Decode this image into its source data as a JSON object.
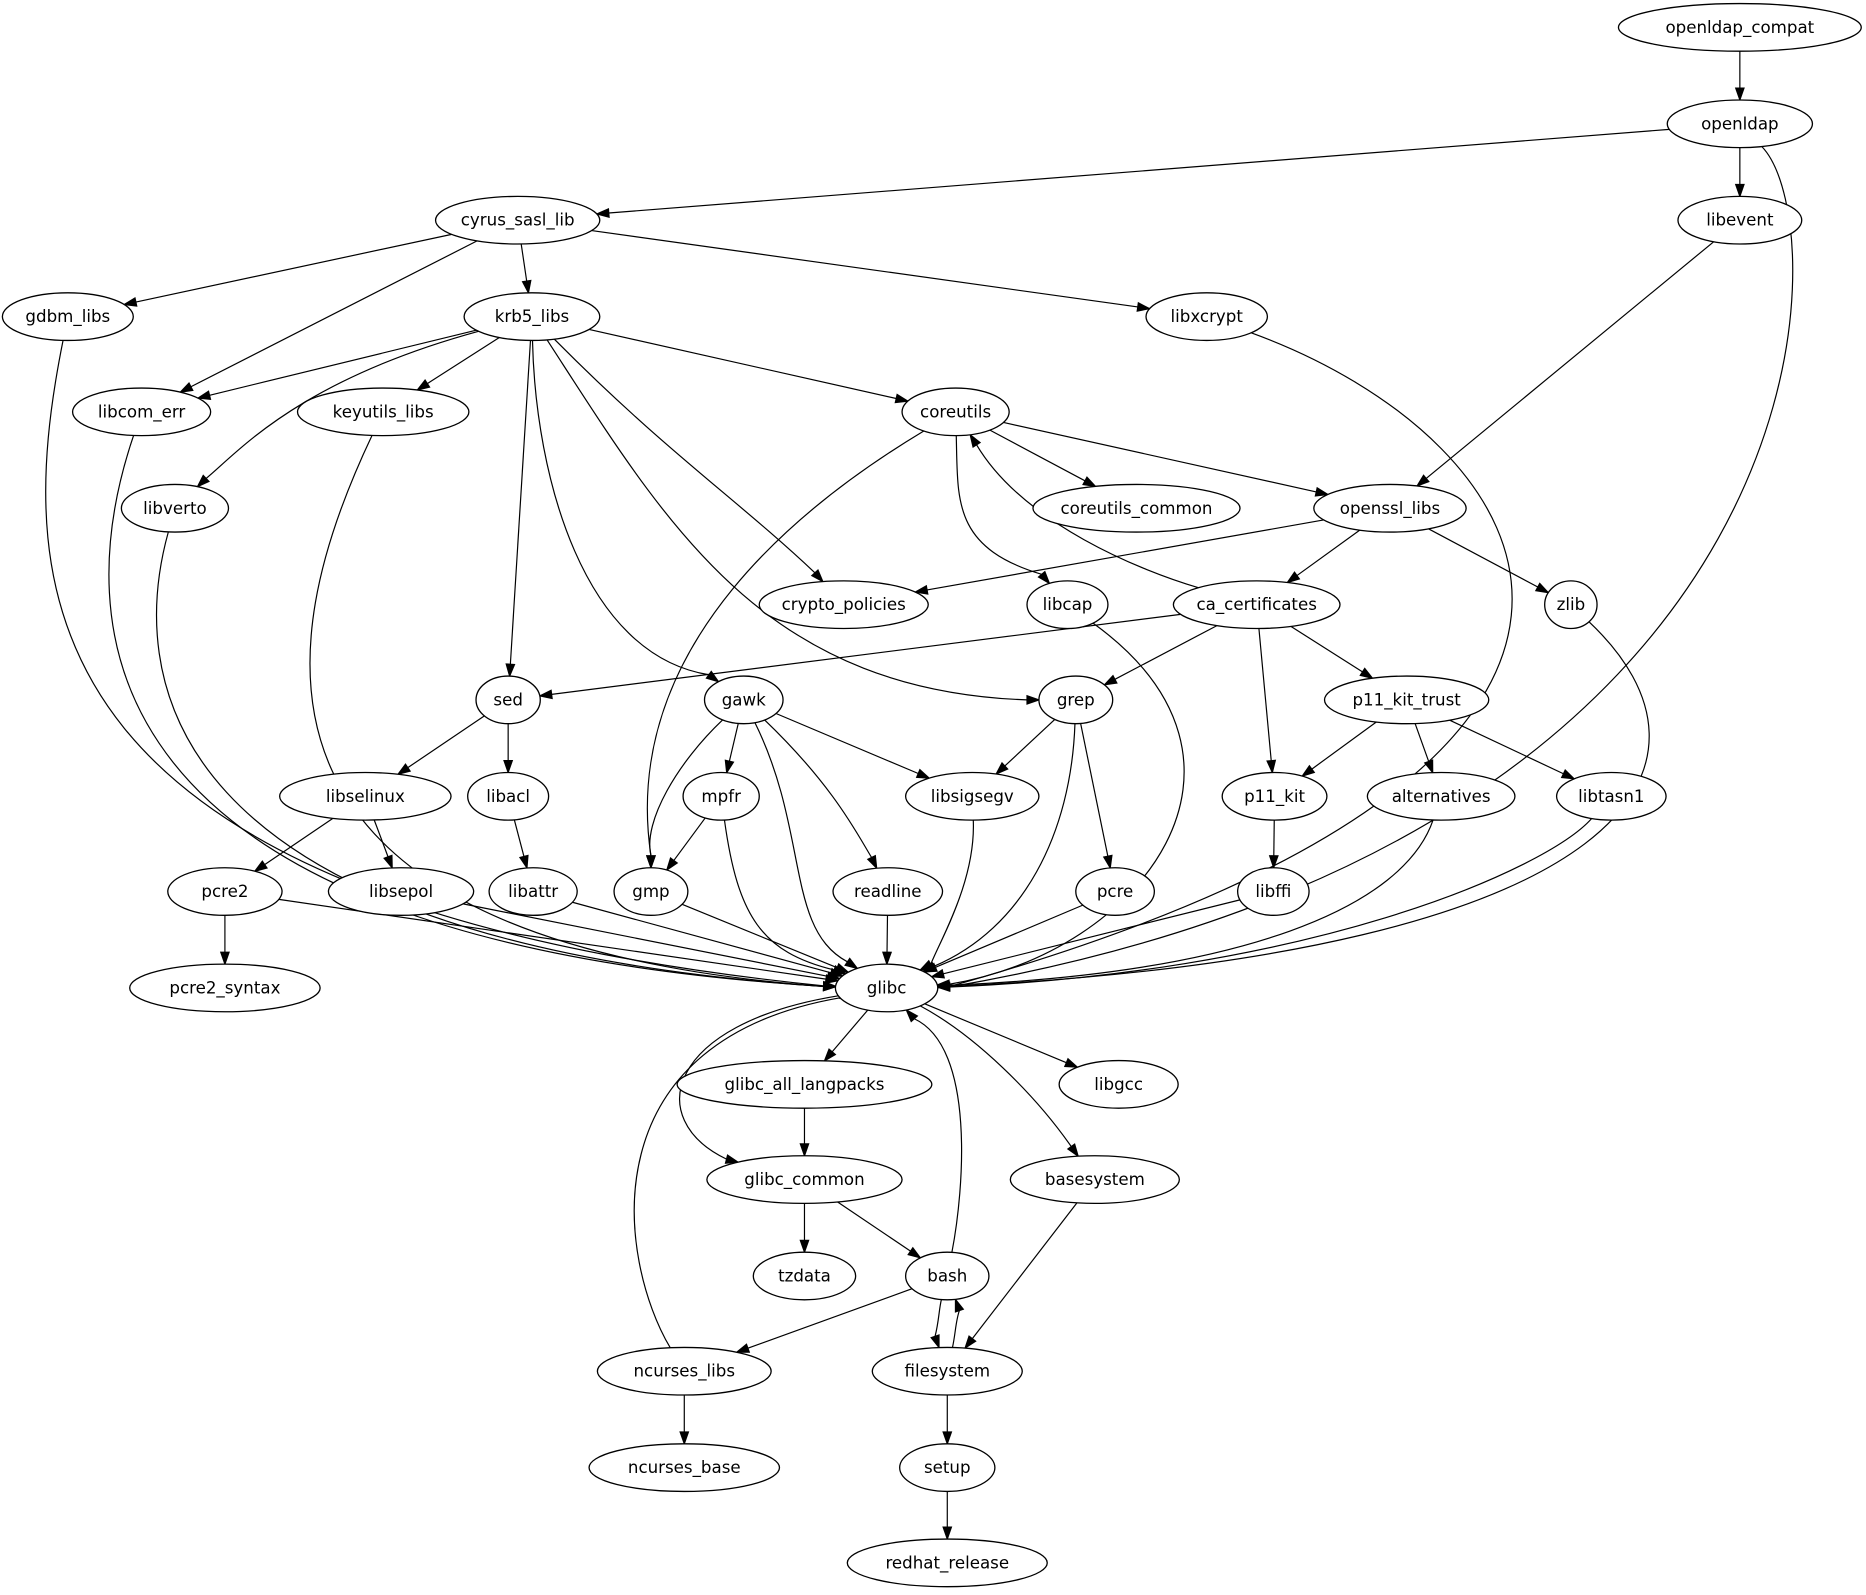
{
  "diagram": {
    "type": "directed-graph",
    "colors": {
      "background": "#ffffff",
      "stroke": "#000000",
      "text": "#000000"
    },
    "nodes": [
      {
        "id": "openldap_compat",
        "label": "openldap_compat"
      },
      {
        "id": "openldap",
        "label": "openldap"
      },
      {
        "id": "libevent",
        "label": "libevent"
      },
      {
        "id": "cyrus_sasl_lib",
        "label": "cyrus_sasl_lib"
      },
      {
        "id": "gdbm_libs",
        "label": "gdbm_libs"
      },
      {
        "id": "krb5_libs",
        "label": "krb5_libs"
      },
      {
        "id": "libxcrypt",
        "label": "libxcrypt"
      },
      {
        "id": "libcom_err",
        "label": "libcom_err"
      },
      {
        "id": "keyutils_libs",
        "label": "keyutils_libs"
      },
      {
        "id": "coreutils",
        "label": "coreutils"
      },
      {
        "id": "libverto",
        "label": "libverto"
      },
      {
        "id": "coreutils_common",
        "label": "coreutils_common"
      },
      {
        "id": "openssl_libs",
        "label": "openssl_libs"
      },
      {
        "id": "crypto_policies",
        "label": "crypto_policies"
      },
      {
        "id": "libcap",
        "label": "libcap"
      },
      {
        "id": "ca_certificates",
        "label": "ca_certificates"
      },
      {
        "id": "zlib",
        "label": "zlib"
      },
      {
        "id": "sed",
        "label": "sed"
      },
      {
        "id": "gawk",
        "label": "gawk"
      },
      {
        "id": "grep",
        "label": "grep"
      },
      {
        "id": "p11_kit_trust",
        "label": "p11_kit_trust"
      },
      {
        "id": "libselinux",
        "label": "libselinux"
      },
      {
        "id": "libacl",
        "label": "libacl"
      },
      {
        "id": "mpfr",
        "label": "mpfr"
      },
      {
        "id": "libsigsegv",
        "label": "libsigsegv"
      },
      {
        "id": "p11_kit",
        "label": "p11_kit"
      },
      {
        "id": "alternatives",
        "label": "alternatives"
      },
      {
        "id": "libtasn1",
        "label": "libtasn1"
      },
      {
        "id": "pcre2",
        "label": "pcre2"
      },
      {
        "id": "libsepol",
        "label": "libsepol"
      },
      {
        "id": "libattr",
        "label": "libattr"
      },
      {
        "id": "gmp",
        "label": "gmp"
      },
      {
        "id": "readline",
        "label": "readline"
      },
      {
        "id": "pcre",
        "label": "pcre"
      },
      {
        "id": "libffi",
        "label": "libffi"
      },
      {
        "id": "glibc",
        "label": "glibc"
      },
      {
        "id": "pcre2_syntax",
        "label": "pcre2_syntax"
      },
      {
        "id": "glibc_all_langpacks",
        "label": "glibc_all_langpacks"
      },
      {
        "id": "libgcc",
        "label": "libgcc"
      },
      {
        "id": "glibc_common",
        "label": "glibc_common"
      },
      {
        "id": "basesystem",
        "label": "basesystem"
      },
      {
        "id": "tzdata",
        "label": "tzdata"
      },
      {
        "id": "bash",
        "label": "bash"
      },
      {
        "id": "ncurses_libs",
        "label": "ncurses_libs"
      },
      {
        "id": "filesystem",
        "label": "filesystem"
      },
      {
        "id": "ncurses_base",
        "label": "ncurses_base"
      },
      {
        "id": "setup",
        "label": "setup"
      },
      {
        "id": "redhat_release",
        "label": "redhat_release"
      }
    ],
    "edges": [
      {
        "from": "openldap_compat",
        "to": "openldap"
      },
      {
        "from": "openldap",
        "to": "cyrus_sasl_lib"
      },
      {
        "from": "openldap",
        "to": "libevent"
      },
      {
        "from": "openldap",
        "to": "glibc"
      },
      {
        "from": "libevent",
        "to": "openssl_libs"
      },
      {
        "from": "cyrus_sasl_lib",
        "to": "gdbm_libs"
      },
      {
        "from": "cyrus_sasl_lib",
        "to": "libcom_err"
      },
      {
        "from": "cyrus_sasl_lib",
        "to": "krb5_libs"
      },
      {
        "from": "cyrus_sasl_lib",
        "to": "libxcrypt"
      },
      {
        "from": "gdbm_libs",
        "to": "glibc"
      },
      {
        "from": "libxcrypt",
        "to": "glibc"
      },
      {
        "from": "krb5_libs",
        "to": "libcom_err"
      },
      {
        "from": "krb5_libs",
        "to": "keyutils_libs"
      },
      {
        "from": "krb5_libs",
        "to": "libverto"
      },
      {
        "from": "krb5_libs",
        "to": "coreutils"
      },
      {
        "from": "krb5_libs",
        "to": "crypto_policies"
      },
      {
        "from": "krb5_libs",
        "to": "sed"
      },
      {
        "from": "krb5_libs",
        "to": "gawk"
      },
      {
        "from": "krb5_libs",
        "to": "grep"
      },
      {
        "from": "libcom_err",
        "to": "glibc"
      },
      {
        "from": "keyutils_libs",
        "to": "glibc"
      },
      {
        "from": "libverto",
        "to": "glibc"
      },
      {
        "from": "coreutils",
        "to": "coreutils_common"
      },
      {
        "from": "coreutils",
        "to": "openssl_libs"
      },
      {
        "from": "coreutils",
        "to": "libcap"
      },
      {
        "from": "coreutils",
        "to": "gmp"
      },
      {
        "from": "openssl_libs",
        "to": "crypto_policies"
      },
      {
        "from": "openssl_libs",
        "to": "ca_certificates"
      },
      {
        "from": "openssl_libs",
        "to": "zlib"
      },
      {
        "from": "ca_certificates",
        "to": "coreutils"
      },
      {
        "from": "ca_certificates",
        "to": "sed"
      },
      {
        "from": "ca_certificates",
        "to": "grep"
      },
      {
        "from": "ca_certificates",
        "to": "p11_kit"
      },
      {
        "from": "ca_certificates",
        "to": "p11_kit_trust"
      },
      {
        "from": "libcap",
        "to": "glibc"
      },
      {
        "from": "zlib",
        "to": "glibc"
      },
      {
        "from": "sed",
        "to": "libselinux"
      },
      {
        "from": "sed",
        "to": "libacl"
      },
      {
        "from": "gawk",
        "to": "mpfr"
      },
      {
        "from": "gawk",
        "to": "gmp"
      },
      {
        "from": "gawk",
        "to": "libsigsegv"
      },
      {
        "from": "gawk",
        "to": "readline"
      },
      {
        "from": "gawk",
        "to": "glibc"
      },
      {
        "from": "grep",
        "to": "libsigsegv"
      },
      {
        "from": "grep",
        "to": "pcre"
      },
      {
        "from": "grep",
        "to": "glibc"
      },
      {
        "from": "p11_kit_trust",
        "to": "p11_kit"
      },
      {
        "from": "p11_kit_trust",
        "to": "alternatives"
      },
      {
        "from": "p11_kit_trust",
        "to": "libtasn1"
      },
      {
        "from": "libselinux",
        "to": "pcre2"
      },
      {
        "from": "libselinux",
        "to": "libsepol"
      },
      {
        "from": "libacl",
        "to": "libattr"
      },
      {
        "from": "mpfr",
        "to": "gmp"
      },
      {
        "from": "mpfr",
        "to": "glibc"
      },
      {
        "from": "libsigsegv",
        "to": "glibc"
      },
      {
        "from": "p11_kit",
        "to": "libffi"
      },
      {
        "from": "alternatives",
        "to": "glibc"
      },
      {
        "from": "libtasn1",
        "to": "glibc"
      },
      {
        "from": "pcre2",
        "to": "pcre2_syntax"
      },
      {
        "from": "pcre2",
        "to": "glibc"
      },
      {
        "from": "libsepol",
        "to": "glibc"
      },
      {
        "from": "libattr",
        "to": "glibc"
      },
      {
        "from": "gmp",
        "to": "glibc"
      },
      {
        "from": "readline",
        "to": "glibc"
      },
      {
        "from": "pcre",
        "to": "glibc"
      },
      {
        "from": "libffi",
        "to": "glibc"
      },
      {
        "from": "glibc",
        "to": "glibc_all_langpacks"
      },
      {
        "from": "glibc",
        "to": "glibc_common"
      },
      {
        "from": "glibc",
        "to": "libgcc"
      },
      {
        "from": "glibc",
        "to": "basesystem"
      },
      {
        "from": "glibc_all_langpacks",
        "to": "glibc_common"
      },
      {
        "from": "glibc_common",
        "to": "tzdata"
      },
      {
        "from": "glibc_common",
        "to": "bash"
      },
      {
        "from": "bash",
        "to": "glibc"
      },
      {
        "from": "bash",
        "to": "ncurses_libs"
      },
      {
        "from": "bash",
        "to": "filesystem"
      },
      {
        "from": "filesystem",
        "to": "bash"
      },
      {
        "from": "filesystem",
        "to": "setup"
      },
      {
        "from": "basesystem",
        "to": "filesystem"
      },
      {
        "from": "ncurses_libs",
        "to": "glibc"
      },
      {
        "from": "ncurses_libs",
        "to": "ncurses_base"
      },
      {
        "from": "setup",
        "to": "redhat_release"
      }
    ]
  }
}
